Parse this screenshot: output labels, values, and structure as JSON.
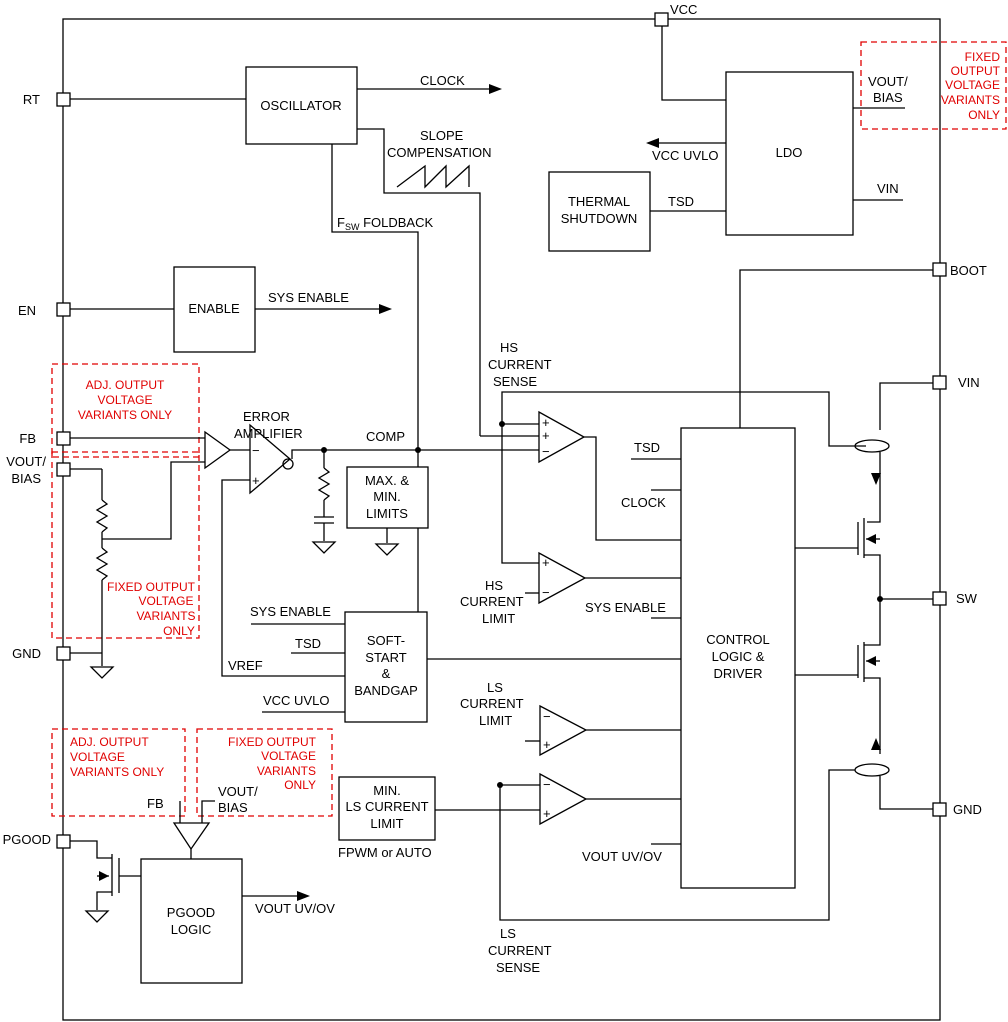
{
  "pins": {
    "vcc": "VCC",
    "rt": "RT",
    "en": "EN",
    "fb": "FB",
    "vout_bias_1": "VOUT/",
    "vout_bias_2": "BIAS",
    "gnd_left": "GND",
    "pgood": "PGOOD",
    "boot": "BOOT",
    "vin": "VIN",
    "sw": "SW",
    "gnd_right": "GND"
  },
  "blocks": {
    "oscillator": "OSCILLATOR",
    "ldo": "LDO",
    "thermal_1": "THERMAL",
    "thermal_2": "SHUTDOWN",
    "enable": "ENABLE",
    "maxmin_1": "MAX. &",
    "maxmin_2": "MIN.",
    "maxmin_3": "LIMITS",
    "softstart_1": "SOFT-",
    "softstart_2": "START",
    "softstart_3": "&",
    "softstart_4": "BANDGAP",
    "control_1": "CONTROL",
    "control_2": "LOGIC &",
    "control_3": "DRIVER",
    "minls_1": "MIN.",
    "minls_2": "LS CURRENT",
    "minls_3": "LIMIT",
    "pgood_1": "PGOOD",
    "pgood_2": "LOGIC"
  },
  "signals": {
    "clock": "CLOCK",
    "slope_1": "SLOPE",
    "slope_2": "COMPENSATION",
    "vcc_uvlo": "VCC UVLO",
    "tsd": "TSD",
    "ldo_vout_1": "VOUT/",
    "ldo_vout_2": "BIAS",
    "ldo_vin": "VIN",
    "fsw_main": "F",
    "fsw_sub": "SW",
    "fsw_tail": " FOLDBACK",
    "sys_enable": "SYS ENABLE",
    "hs_sense_1": "HS",
    "hs_sense_2": "CURRENT",
    "hs_sense_3": "SENSE",
    "error_1": "ERROR",
    "error_2": "AMPLIFIER",
    "comp": "COMP",
    "ctrl_tsd": "TSD",
    "ctrl_clock": "CLOCK",
    "hs_limit_1": "HS",
    "hs_limit_2": "CURRENT",
    "hs_limit_3": "LIMIT",
    "ctrl_sys_enable": "SYS ENABLE",
    "ss_sys_enable": "SYS ENABLE",
    "ss_tsd": "TSD",
    "vref": "VREF",
    "ss_vcc_uvlo": "VCC UVLO",
    "ls_limit_1": "LS",
    "ls_limit_2": "CURRENT",
    "ls_limit_3": "LIMIT",
    "fpwm": "FPWM or AUTO",
    "ctrl_vout_uvov": "VOUT UV/OV",
    "pg_fb": "FB",
    "pg_vout_1": "VOUT/",
    "pg_vout_2": "BIAS",
    "pg_vout_uvov": "VOUT UV/OV",
    "ls_sense_1": "LS",
    "ls_sense_2": "CURRENT",
    "ls_sense_3": "SENSE",
    "plus": "+",
    "minus": "−"
  },
  "notes": {
    "fixed_top_1": "FIXED",
    "fixed_top_2": "OUTPUT",
    "fixed_top_3": "VOLTAGE",
    "fixed_top_4": "VARIANTS",
    "fixed_top_5": "ONLY",
    "adj_fb_1": "ADJ. OUTPUT",
    "adj_fb_2": "VOLTAGE",
    "adj_fb_3": "VARIANTS ONLY",
    "fixed_fb_1": "FIXED OUTPUT",
    "fixed_fb_2": "VOLTAGE",
    "fixed_fb_3": "VARIANTS",
    "fixed_fb_4": "ONLY",
    "adj_pg_1": "ADJ. OUTPUT",
    "adj_pg_2": "VOLTAGE",
    "adj_pg_3": "VARIANTS ONLY",
    "fixed_pg_1": "FIXED OUTPUT",
    "fixed_pg_2": "VOLTAGE",
    "fixed_pg_3": "VARIANTS",
    "fixed_pg_4": "ONLY"
  },
  "colors": {
    "note": "#e00000",
    "line": "#000000"
  }
}
